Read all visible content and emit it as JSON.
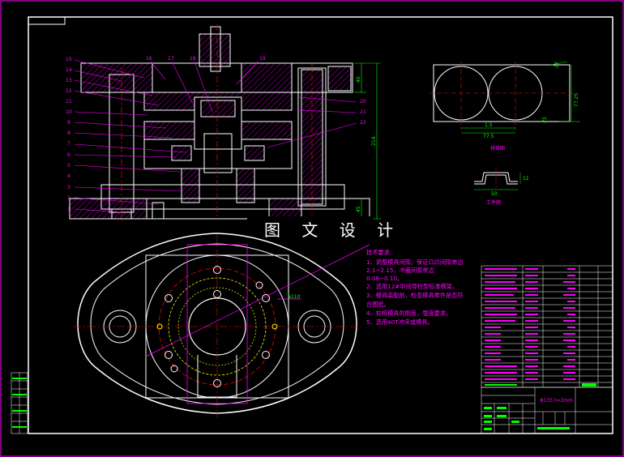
{
  "watermark": "图 文 设 计",
  "balloons_left": [
    "15",
    "14",
    "13",
    "12",
    "11",
    "10",
    "9",
    "8",
    "7",
    "6",
    "5",
    "4",
    "3",
    "2",
    "1"
  ],
  "balloons_top": [
    "16",
    "17",
    "18",
    "19"
  ],
  "balloons_right": [
    "20",
    "21",
    "22"
  ],
  "dims_main": [
    "40",
    "214",
    "45"
  ],
  "strip_view": {
    "caption": "排样图",
    "dims": [
      "27",
      "77.25",
      "1.5",
      "77.5",
      "25"
    ]
  },
  "part_view": {
    "caption": "工件图",
    "dims": [
      "11",
      "50"
    ]
  },
  "plan_callout": "φ110",
  "tech_req": {
    "title": "技术要求:",
    "lines": [
      "1、调整模具间隙，保证凸凹间隙单边",
      "2.1~2.15，冲裁间隙单边",
      "0.08~0.10。",
      "2、选用12#中间导柱型标准模架。",
      "3、模具装配前，检查模具零件是否符",
      "合图纸。",
      "4、校核模具的刚度，强度要求。",
      "5、选用40T冲床或模具。"
    ]
  },
  "title_block": {
    "main_text": "Φ135 t=2mm"
  },
  "colors": {
    "frame": "#ff00ff",
    "outline": "#ffffff",
    "center": "#ff0000",
    "hatch": "#ff00ff",
    "dim": "#00ff00",
    "text": "#ff00ff",
    "highlight": "#ff00ff"
  }
}
